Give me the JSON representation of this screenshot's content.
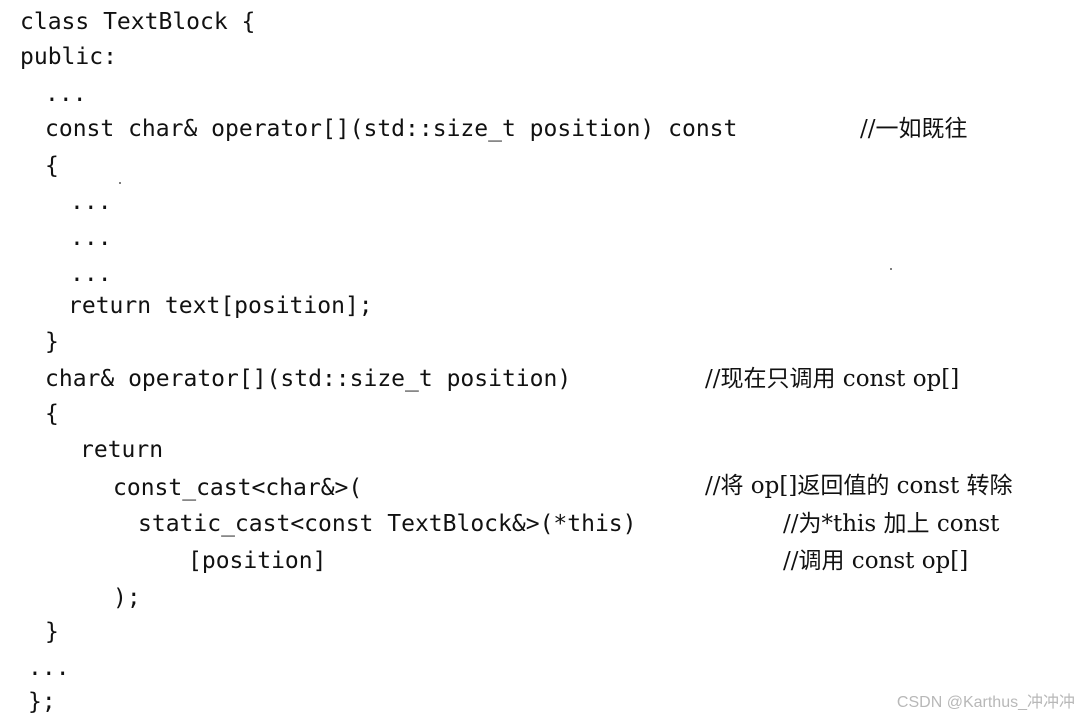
{
  "code": {
    "lines": [
      "class TextBlock {",
      "public:",
      "...",
      "const char& operator[](std::size_t position) const",
      "{",
      "...",
      "...",
      "...",
      "return text[position];",
      "}",
      "char& operator[](std::size_t position)",
      "{",
      "return",
      "const_cast<char&>(",
      "static_cast<const TextBlock&>(*this)",
      "[position]",
      ");",
      "}",
      "...",
      "};"
    ],
    "comments": {
      "operator_const": "//一如既往",
      "operator_nonconst": "//现在只调用 const op[]",
      "const_cast": "//将 op[]返回值的 const 转除",
      "static_cast": "//为*this 加上 const",
      "position": "//调用 const op[]"
    }
  },
  "watermark": {
    "text": "CSDN @Karthus_冲冲冲"
  }
}
